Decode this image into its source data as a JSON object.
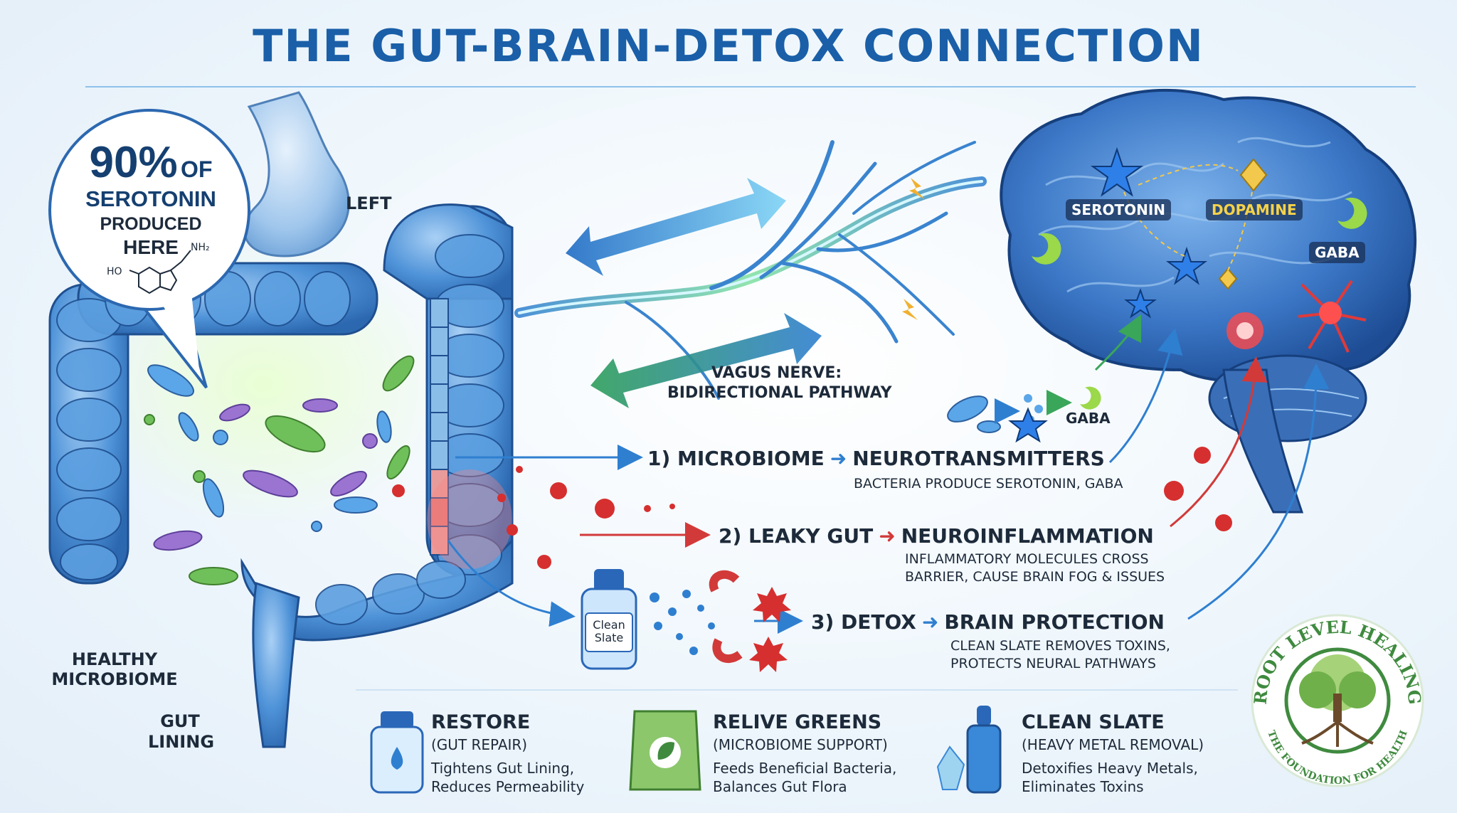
{
  "title": "THE GUT-BRAIN-DETOX CONNECTION",
  "callout": {
    "big": "90%",
    "of": "OF",
    "line2": "SEROTONIN",
    "line3": "PRODUCED",
    "line4": "HERE",
    "molecule_nh2": "NH₂",
    "molecule_ho": "HO"
  },
  "gut_labels": {
    "stomach": "LEFT",
    "microbiome": "HEALTHY MICROBIOME",
    "lining": "GUT LINING"
  },
  "vagus": {
    "line1": "VAGUS NERVE:",
    "line2": "BIDIRECTIONAL PATHWAY"
  },
  "brain": {
    "serotonin": "SEROTONIN",
    "dopamine": "DOPAMINE",
    "gaba": "GABA",
    "gaba_small": "GABA"
  },
  "pathways": [
    {
      "head_a": "1) MICROBIOME",
      "head_b": "NEUROTRANSMITTERS",
      "sub": "BACTERIA PRODUCE SEROTONIN, GABA"
    },
    {
      "head_a": "2) LEAKY GUT",
      "head_b": "NEUROINFLAMMATION",
      "sub": "INFLAMMATORY MOLECULES CROSS BARRIER, CAUSE BRAIN FOG & ISSUES"
    },
    {
      "head_a": "3) DETOX",
      "head_b": "BRAIN PROTECTION",
      "sub": "CLEAN SLATE REMOVES TOXINS, PROTECTS NEURAL PATHWAYS"
    }
  ],
  "bottle_label": "Clean Slate",
  "products": [
    {
      "name": "RESTORE",
      "sub": "(GUT REPAIR)",
      "desc1": "Tightens Gut Lining,",
      "desc2": "Reduces Permeability",
      "icon": "bottle-icon"
    },
    {
      "name": "RELIVE GREENS",
      "sub": "(MICROBIOME SUPPORT)",
      "desc1": "Feeds Beneficial Bacteria,",
      "desc2": "Balances Gut Flora",
      "icon": "leaf-pouch-icon"
    },
    {
      "name": "CLEAN SLATE",
      "sub": "(HEAVY METAL REMOVAL)",
      "desc1": "Detoxifies Heavy Metals,",
      "desc2": "Eliminates Toxins",
      "icon": "dropper-icon"
    }
  ],
  "logo": {
    "top": "ROOT LEVEL HEALING",
    "bottom": "THE FOUNDATION FOR HEALTH"
  },
  "colors": {
    "title": "#1a5fa8",
    "gut": "#4a8fd6",
    "path_blue": "#2f7fd0",
    "path_red": "#d23a3a",
    "logo_green": "#3f8a3f"
  }
}
